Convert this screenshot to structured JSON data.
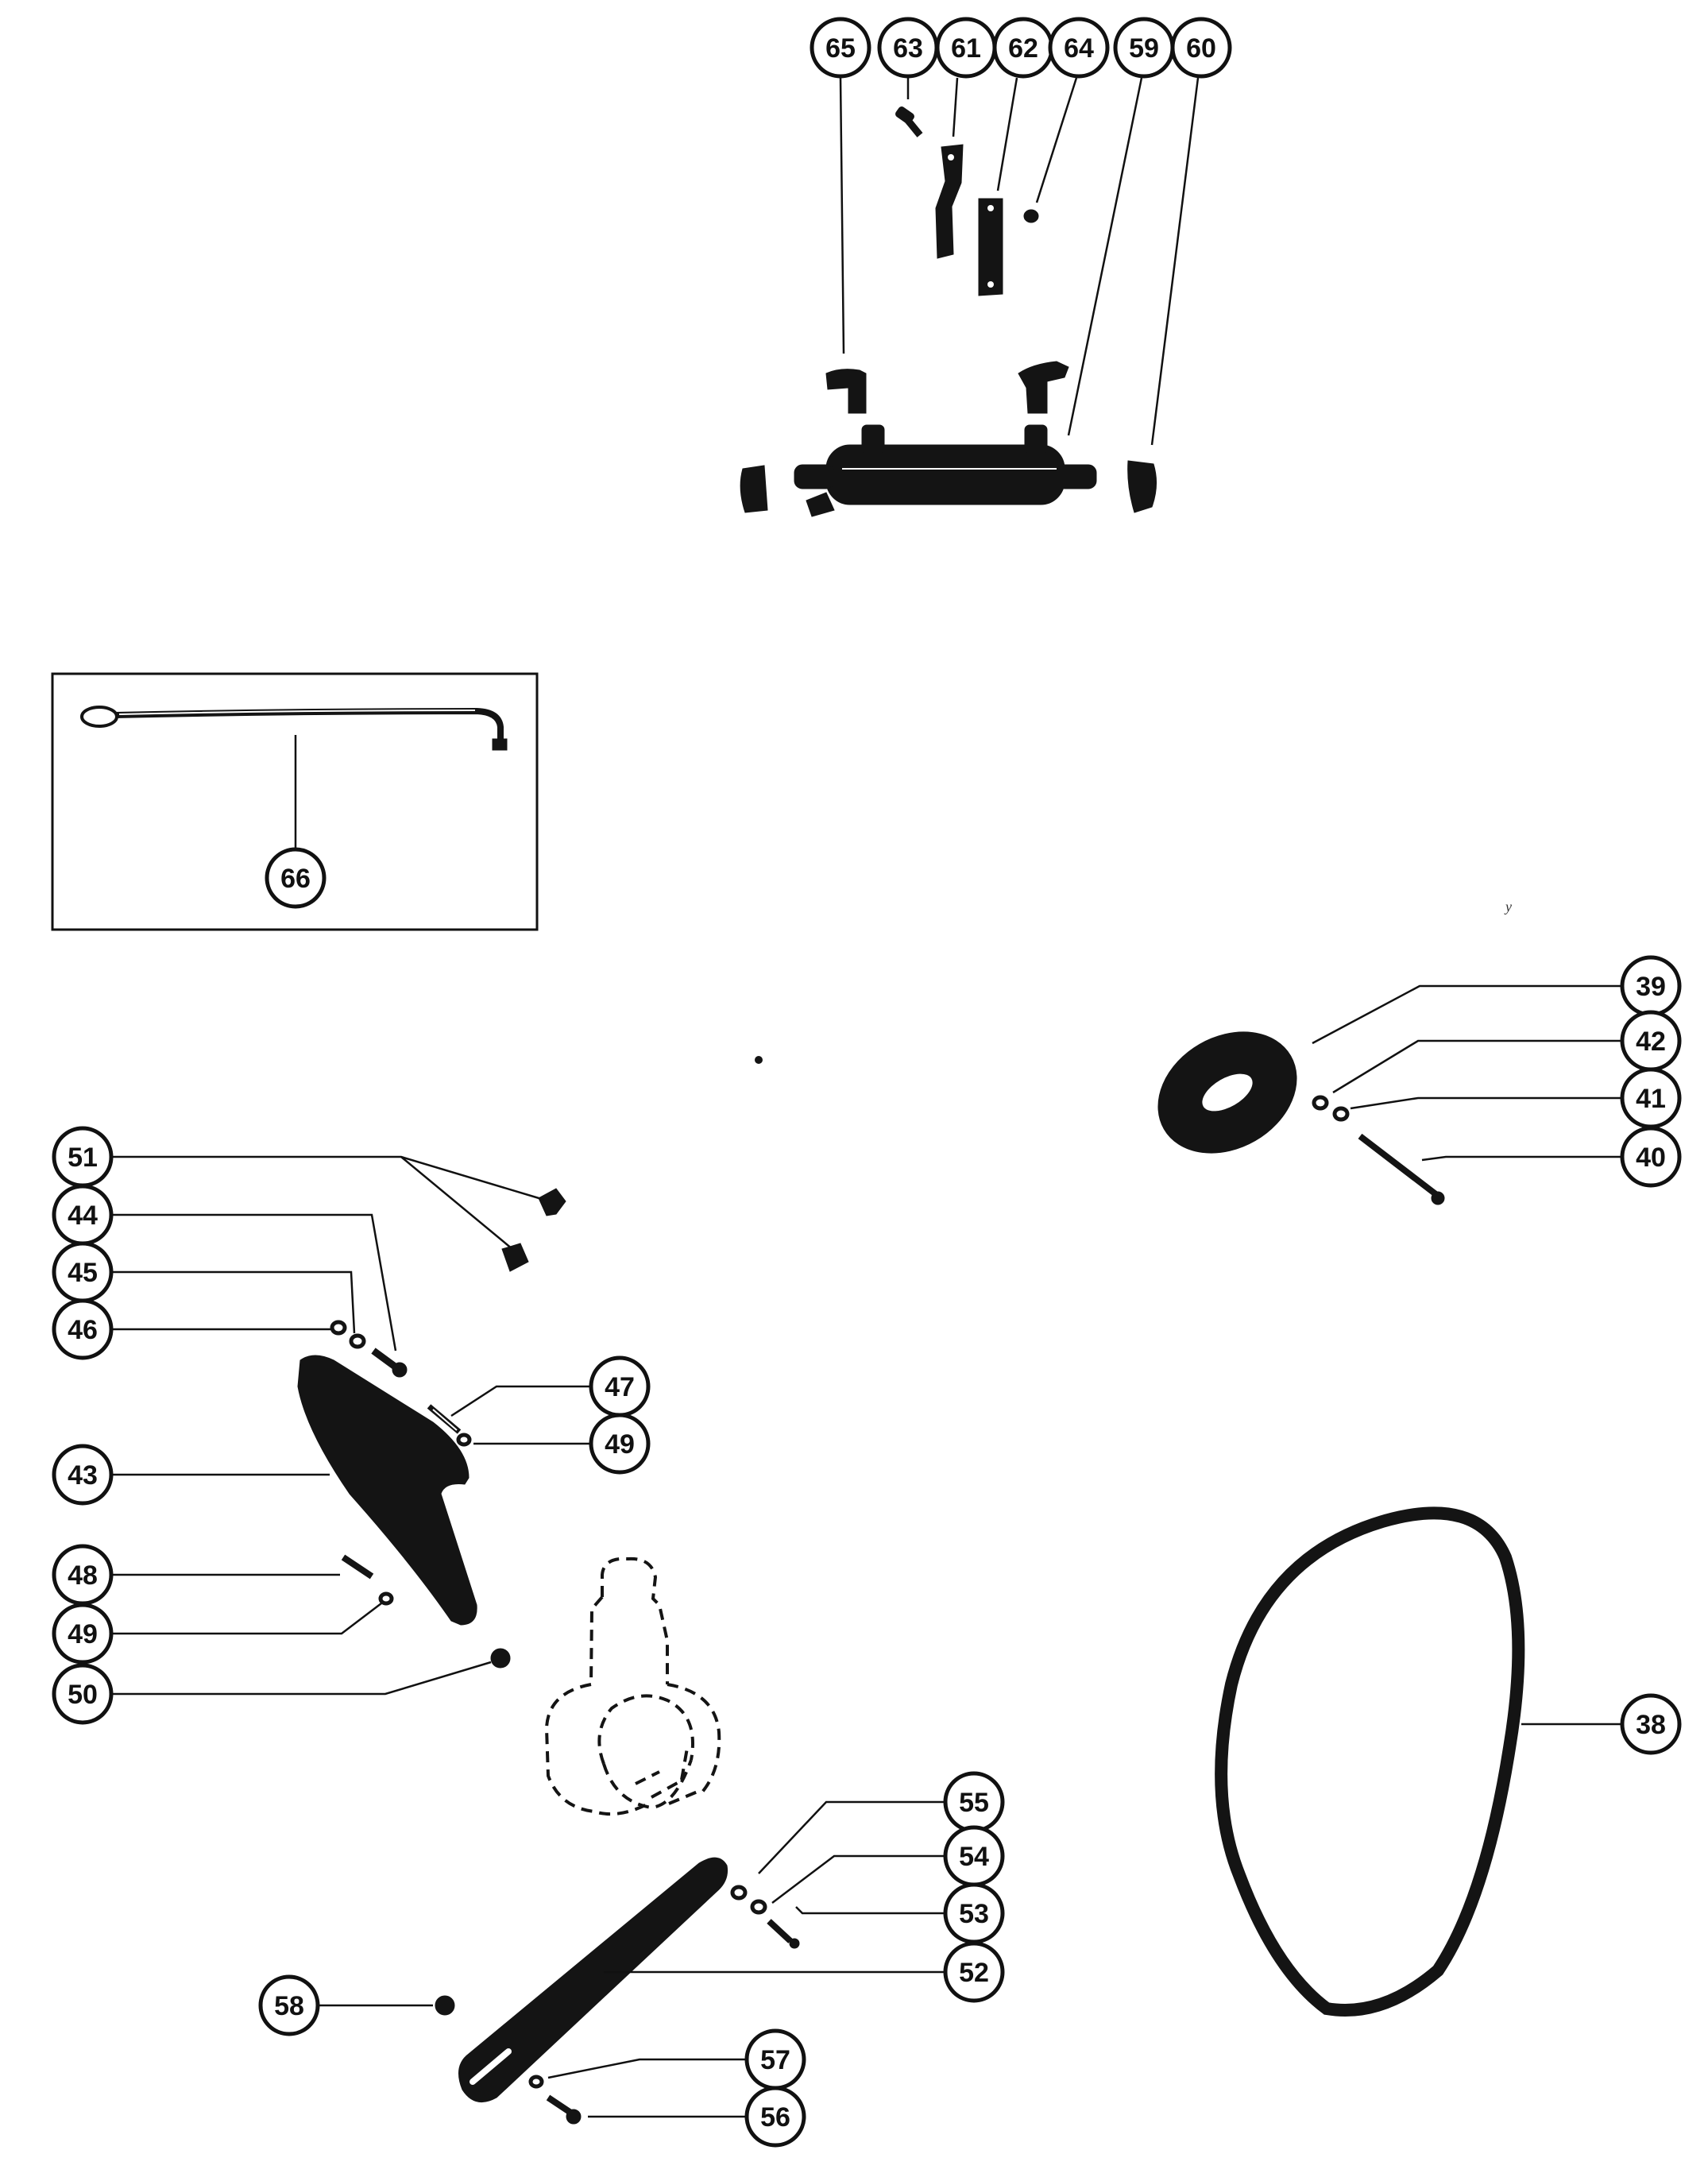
{
  "colors": {
    "ink": "#141414",
    "paper": "#ffffff"
  },
  "callouts": [
    {
      "key": "c65",
      "label": "65"
    },
    {
      "key": "c63",
      "label": "63"
    },
    {
      "key": "c61",
      "label": "61"
    },
    {
      "key": "c62",
      "label": "62"
    },
    {
      "key": "c64",
      "label": "64"
    },
    {
      "key": "c59",
      "label": "59"
    },
    {
      "key": "c60",
      "label": "60"
    },
    {
      "key": "c66",
      "label": "66"
    },
    {
      "key": "c39",
      "label": "39"
    },
    {
      "key": "c42",
      "label": "42"
    },
    {
      "key": "c41",
      "label": "41"
    },
    {
      "key": "c40",
      "label": "40"
    },
    {
      "key": "c51",
      "label": "51"
    },
    {
      "key": "c44",
      "label": "44"
    },
    {
      "key": "c45",
      "label": "45"
    },
    {
      "key": "c46",
      "label": "46"
    },
    {
      "key": "c47",
      "label": "47"
    },
    {
      "key": "c49a",
      "label": "49"
    },
    {
      "key": "c43",
      "label": "43"
    },
    {
      "key": "c48",
      "label": "48"
    },
    {
      "key": "c49b",
      "label": "49"
    },
    {
      "key": "c50",
      "label": "50"
    },
    {
      "key": "c38",
      "label": "38"
    },
    {
      "key": "c55",
      "label": "55"
    },
    {
      "key": "c54",
      "label": "54"
    },
    {
      "key": "c53",
      "label": "53"
    },
    {
      "key": "c52",
      "label": "52"
    },
    {
      "key": "c58",
      "label": "58"
    },
    {
      "key": "c57",
      "label": "57"
    },
    {
      "key": "c56",
      "label": "56"
    }
  ],
  "stray_mark": "y"
}
